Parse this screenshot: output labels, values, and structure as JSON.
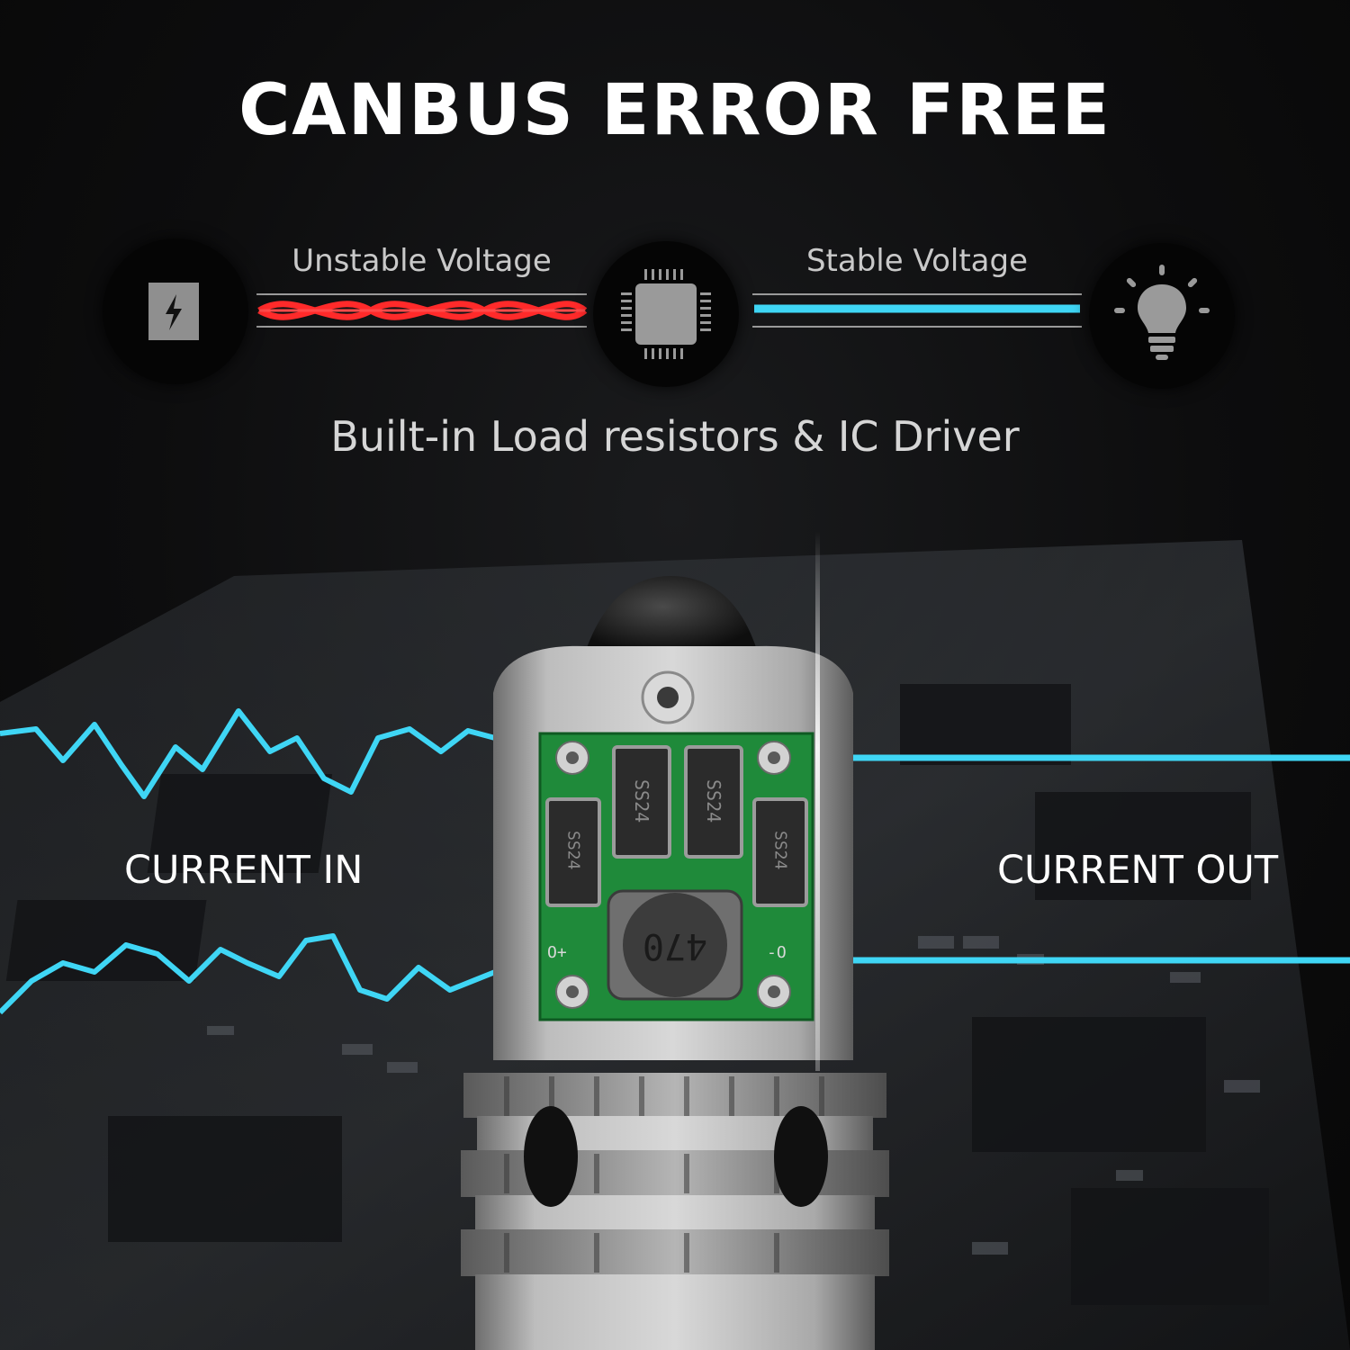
{
  "title": "CANBUS ERROR FREE",
  "flow": {
    "unstable_label": "Unstable Voltage",
    "stable_label": "Stable Voltage",
    "source_icon": "battery-bolt-icon",
    "chip_icon": "chip-icon",
    "output_icon": "light-bulb-icon"
  },
  "subtitle": "Built-in Load resistors & IC Driver",
  "current_in": "CURRENT IN",
  "current_out": "CURRENT OUT",
  "board": {
    "diode_marking": "SS24",
    "inductor_marking": "470",
    "pad_pos": "O+",
    "pad_neg": "-O"
  },
  "colors": {
    "unstable": "#ff2a2a",
    "stable": "#3fd6f5",
    "pcb": "#1f8a3a"
  }
}
